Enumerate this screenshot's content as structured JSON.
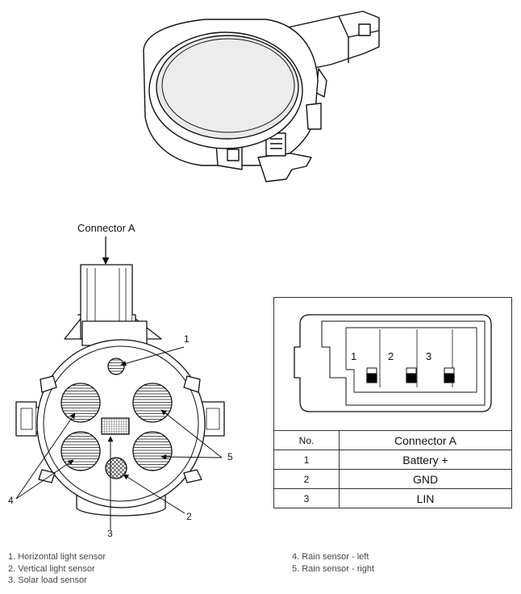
{
  "sensor_view": {
    "connector_label": "Connector A",
    "callouts": [
      "1",
      "2",
      "3",
      "4",
      "5"
    ]
  },
  "connector_diagram": {
    "pins": [
      "1",
      "2",
      "3"
    ]
  },
  "pin_table": {
    "headers": [
      "No.",
      "Connector A"
    ],
    "rows": [
      {
        "no": "1",
        "function": "Battery +"
      },
      {
        "no": "2",
        "function": "GND"
      },
      {
        "no": "3",
        "function": "LIN"
      }
    ]
  },
  "legend": {
    "left": [
      "1. Horizontal light sensor",
      "2. Vertical light sensor",
      "3. Solar load sensor"
    ],
    "right": [
      "4. Rain sensor - left",
      "5. Rain sensor - right"
    ]
  }
}
